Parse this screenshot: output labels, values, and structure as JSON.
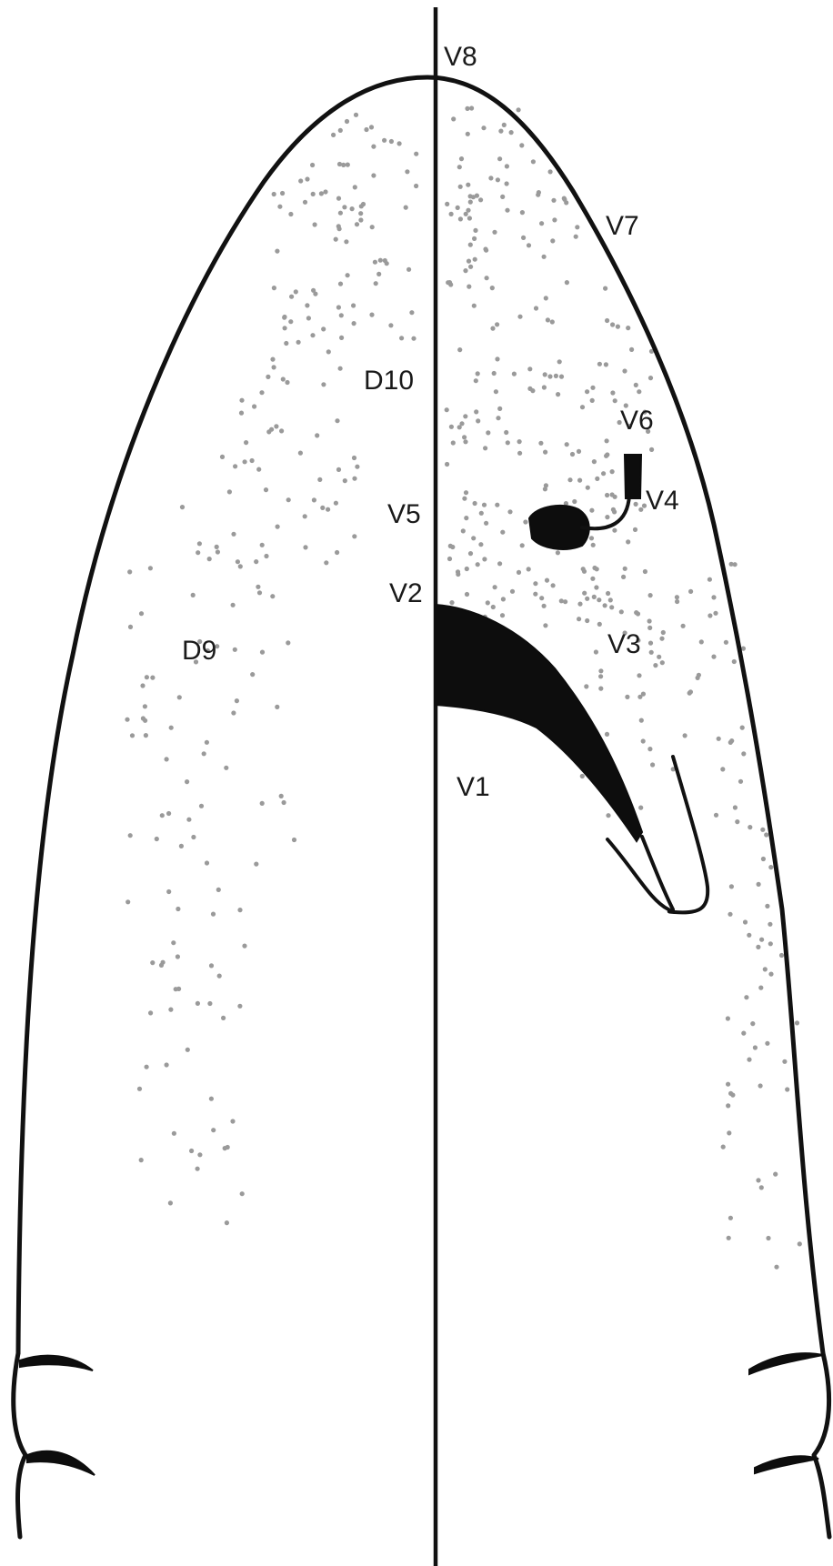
{
  "labels": {
    "v8": "V8",
    "v7": "V7",
    "d10": "D10",
    "v6": "V6",
    "v5": "V5",
    "v4": "V4",
    "v2": "V2",
    "d9": "D9",
    "v3": "V3",
    "v1": "V1"
  },
  "colors": {
    "outline": "#111111",
    "fill": "#0d0d0d",
    "stipple": "#9a9a9a",
    "background": "#ffffff"
  }
}
